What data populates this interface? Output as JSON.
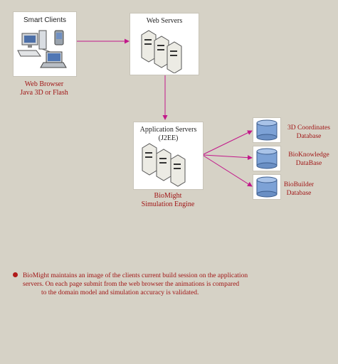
{
  "smart_clients": {
    "title": "Smart Clients",
    "caption_line1": "Web Browser",
    "caption_line2": "Java 3D or Flash"
  },
  "web_servers": {
    "title": "Web Servers"
  },
  "app_servers": {
    "title_line1": "Application Servers",
    "title_line2": "(J2EE)",
    "caption_line1": "BioMight",
    "caption_line2": "Simulation Engine"
  },
  "databases": [
    {
      "line1": "3D Coordinates",
      "line2": "Database"
    },
    {
      "line1": "BioKnowledge",
      "line2": "DataBase"
    },
    {
      "line1": "BioBuilder",
      "line2": "Database"
    }
  ],
  "note": {
    "line1": "BioMight maintains an image of the clients current build session on the application",
    "line2": "servers.  On each page submit from the web browser the animations is compared",
    "line3": "to the domain model and simulation accuracy is validated."
  },
  "colors": {
    "connector": "#c2188a",
    "caption": "#a01616",
    "db_blue": "#7da2d6"
  }
}
